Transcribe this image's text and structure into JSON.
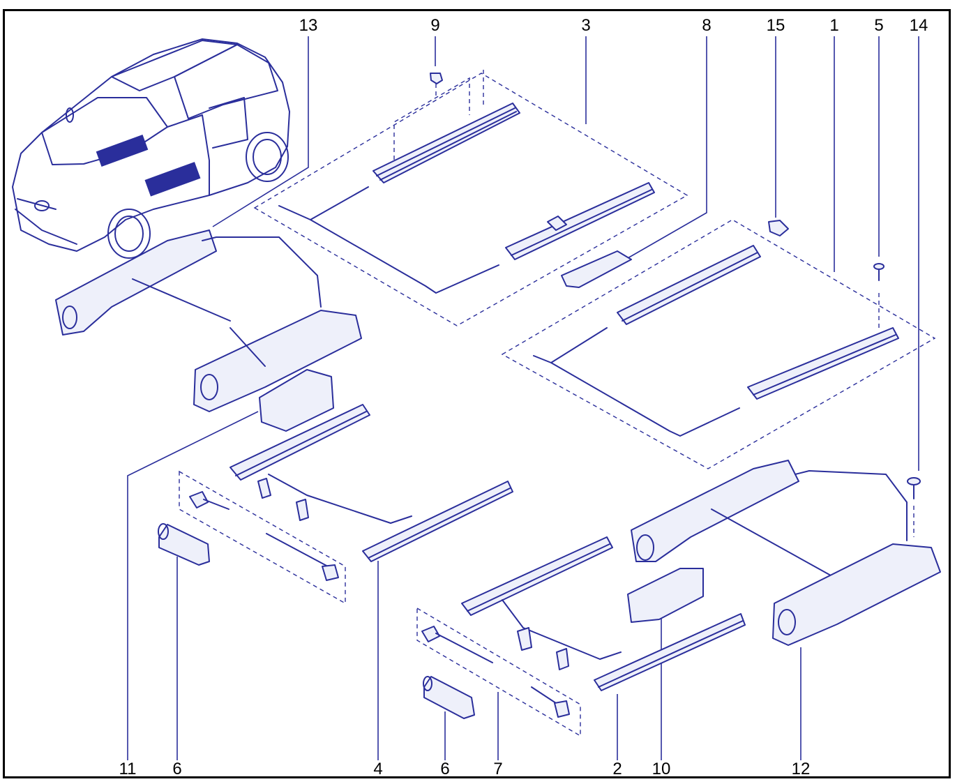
{
  "diagram": {
    "line_color": "#2a2e9b",
    "frame_color": "#000000",
    "callouts_top": [
      "13",
      "9",
      "3",
      "8",
      "15",
      "1",
      "5",
      "14"
    ],
    "callouts_bottom": [
      "11",
      "6",
      "4",
      "6",
      "7",
      "2",
      "10",
      "12"
    ]
  }
}
